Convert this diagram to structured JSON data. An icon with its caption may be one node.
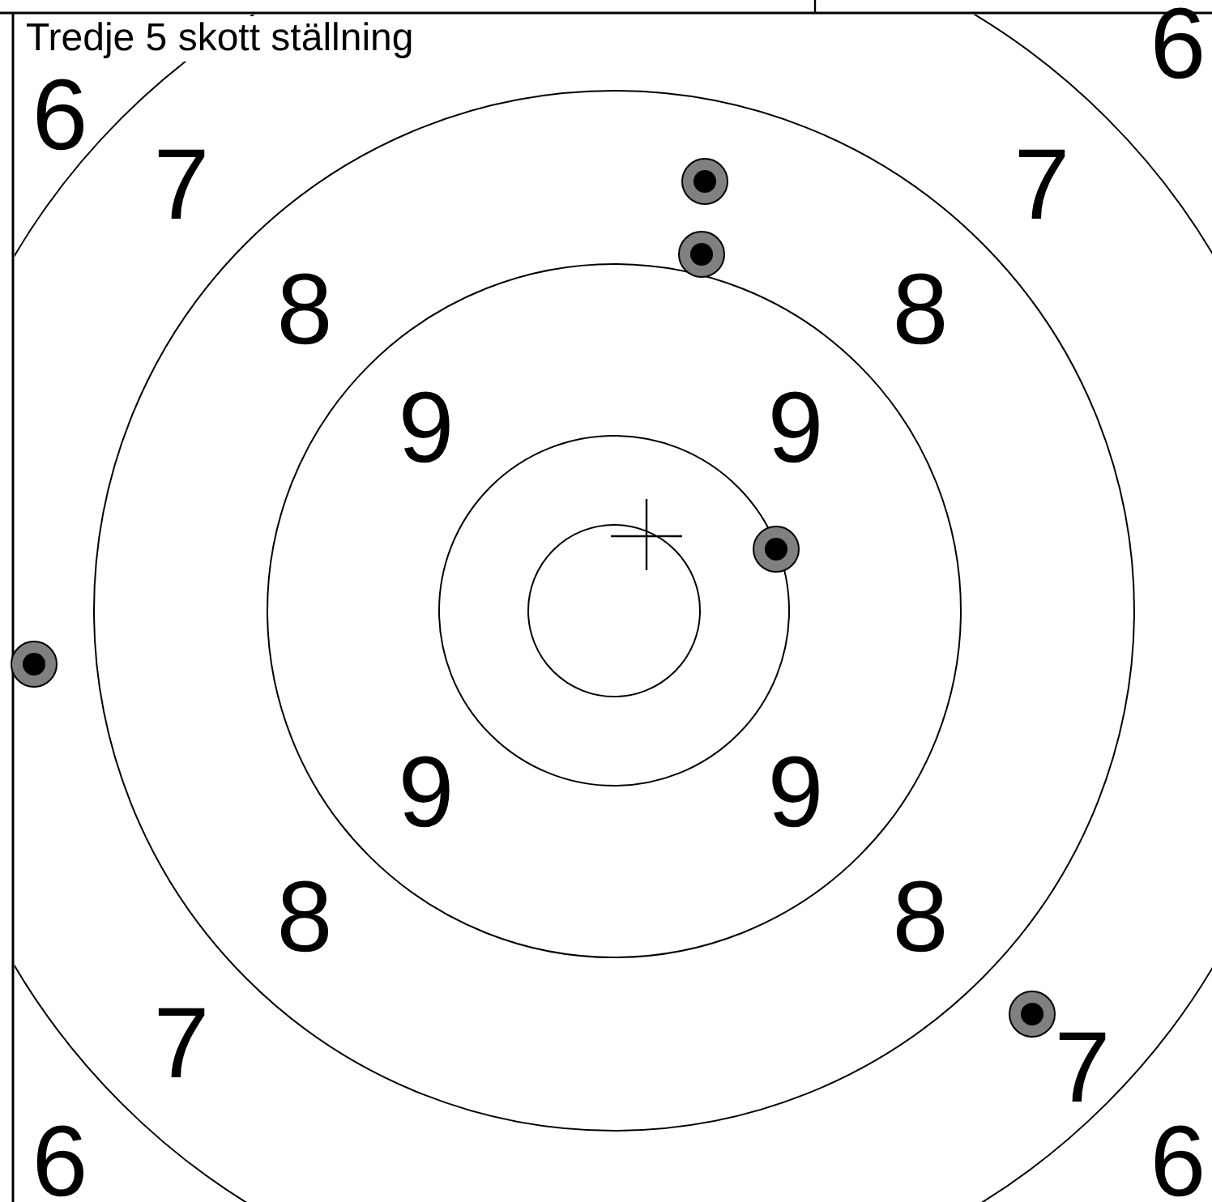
{
  "diagram": {
    "title": "Tredje 5 skott ställning",
    "labels": [
      "6",
      "6",
      "7",
      "7",
      "8",
      "8",
      "9",
      "9",
      "9",
      "9",
      "8",
      "8",
      "7",
      "7",
      "6",
      "6"
    ]
  }
}
